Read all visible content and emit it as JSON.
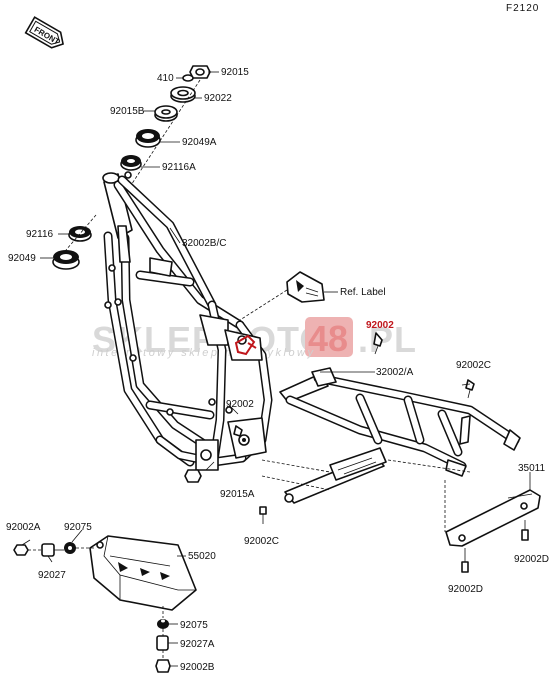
{
  "diagram_code": "F2120",
  "front_badge": "FRONT",
  "watermark": {
    "brand_left": "SKLEPMOTO",
    "brand_num": "48",
    "brand_right": ".PL",
    "subtitle": "internetowy sklep motocyklowy"
  },
  "ref_label": "Ref. Label",
  "parts": {
    "p92015": "92015",
    "p410": "410",
    "p92022": "92022",
    "p92015b": "92015B",
    "p92049a": "92049A",
    "p92116a": "92116A",
    "p92116": "92116",
    "p92049": "92049",
    "p32002bc": "32002B/C",
    "p92002_red": "92002",
    "p32002a": "32002/A",
    "p92002c_top": "92002C",
    "p92002_mid": "92002",
    "p92015a": "92015A",
    "p35011": "35011",
    "p92002c_bot": "92002C",
    "p92002d_r": "92002D",
    "p92002d_l": "92002D",
    "p92002a": "92002A",
    "p92075_top": "92075",
    "p92027": "92027",
    "p55020": "55020",
    "p92075_bot": "92075",
    "p92027a": "92027A",
    "p92002b": "92002B"
  }
}
